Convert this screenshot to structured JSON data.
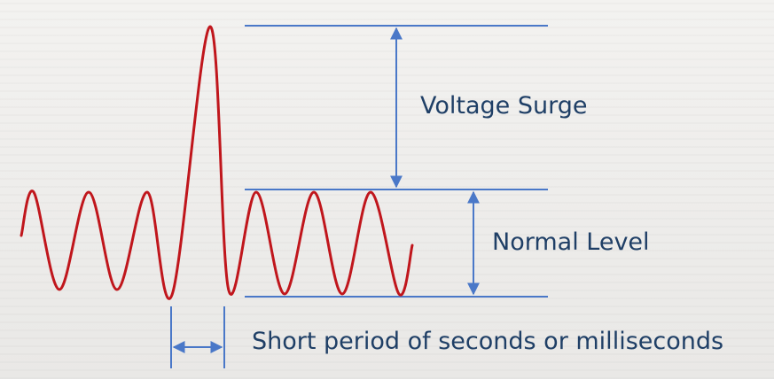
{
  "labels": {
    "voltage_surge": "Voltage Surge",
    "normal_level": "Normal Level",
    "duration": "Short period of seconds or milliseconds"
  },
  "colors": {
    "waveform": "#c0161c",
    "guides": "#4a78c8",
    "text": "#1f3f66"
  }
}
